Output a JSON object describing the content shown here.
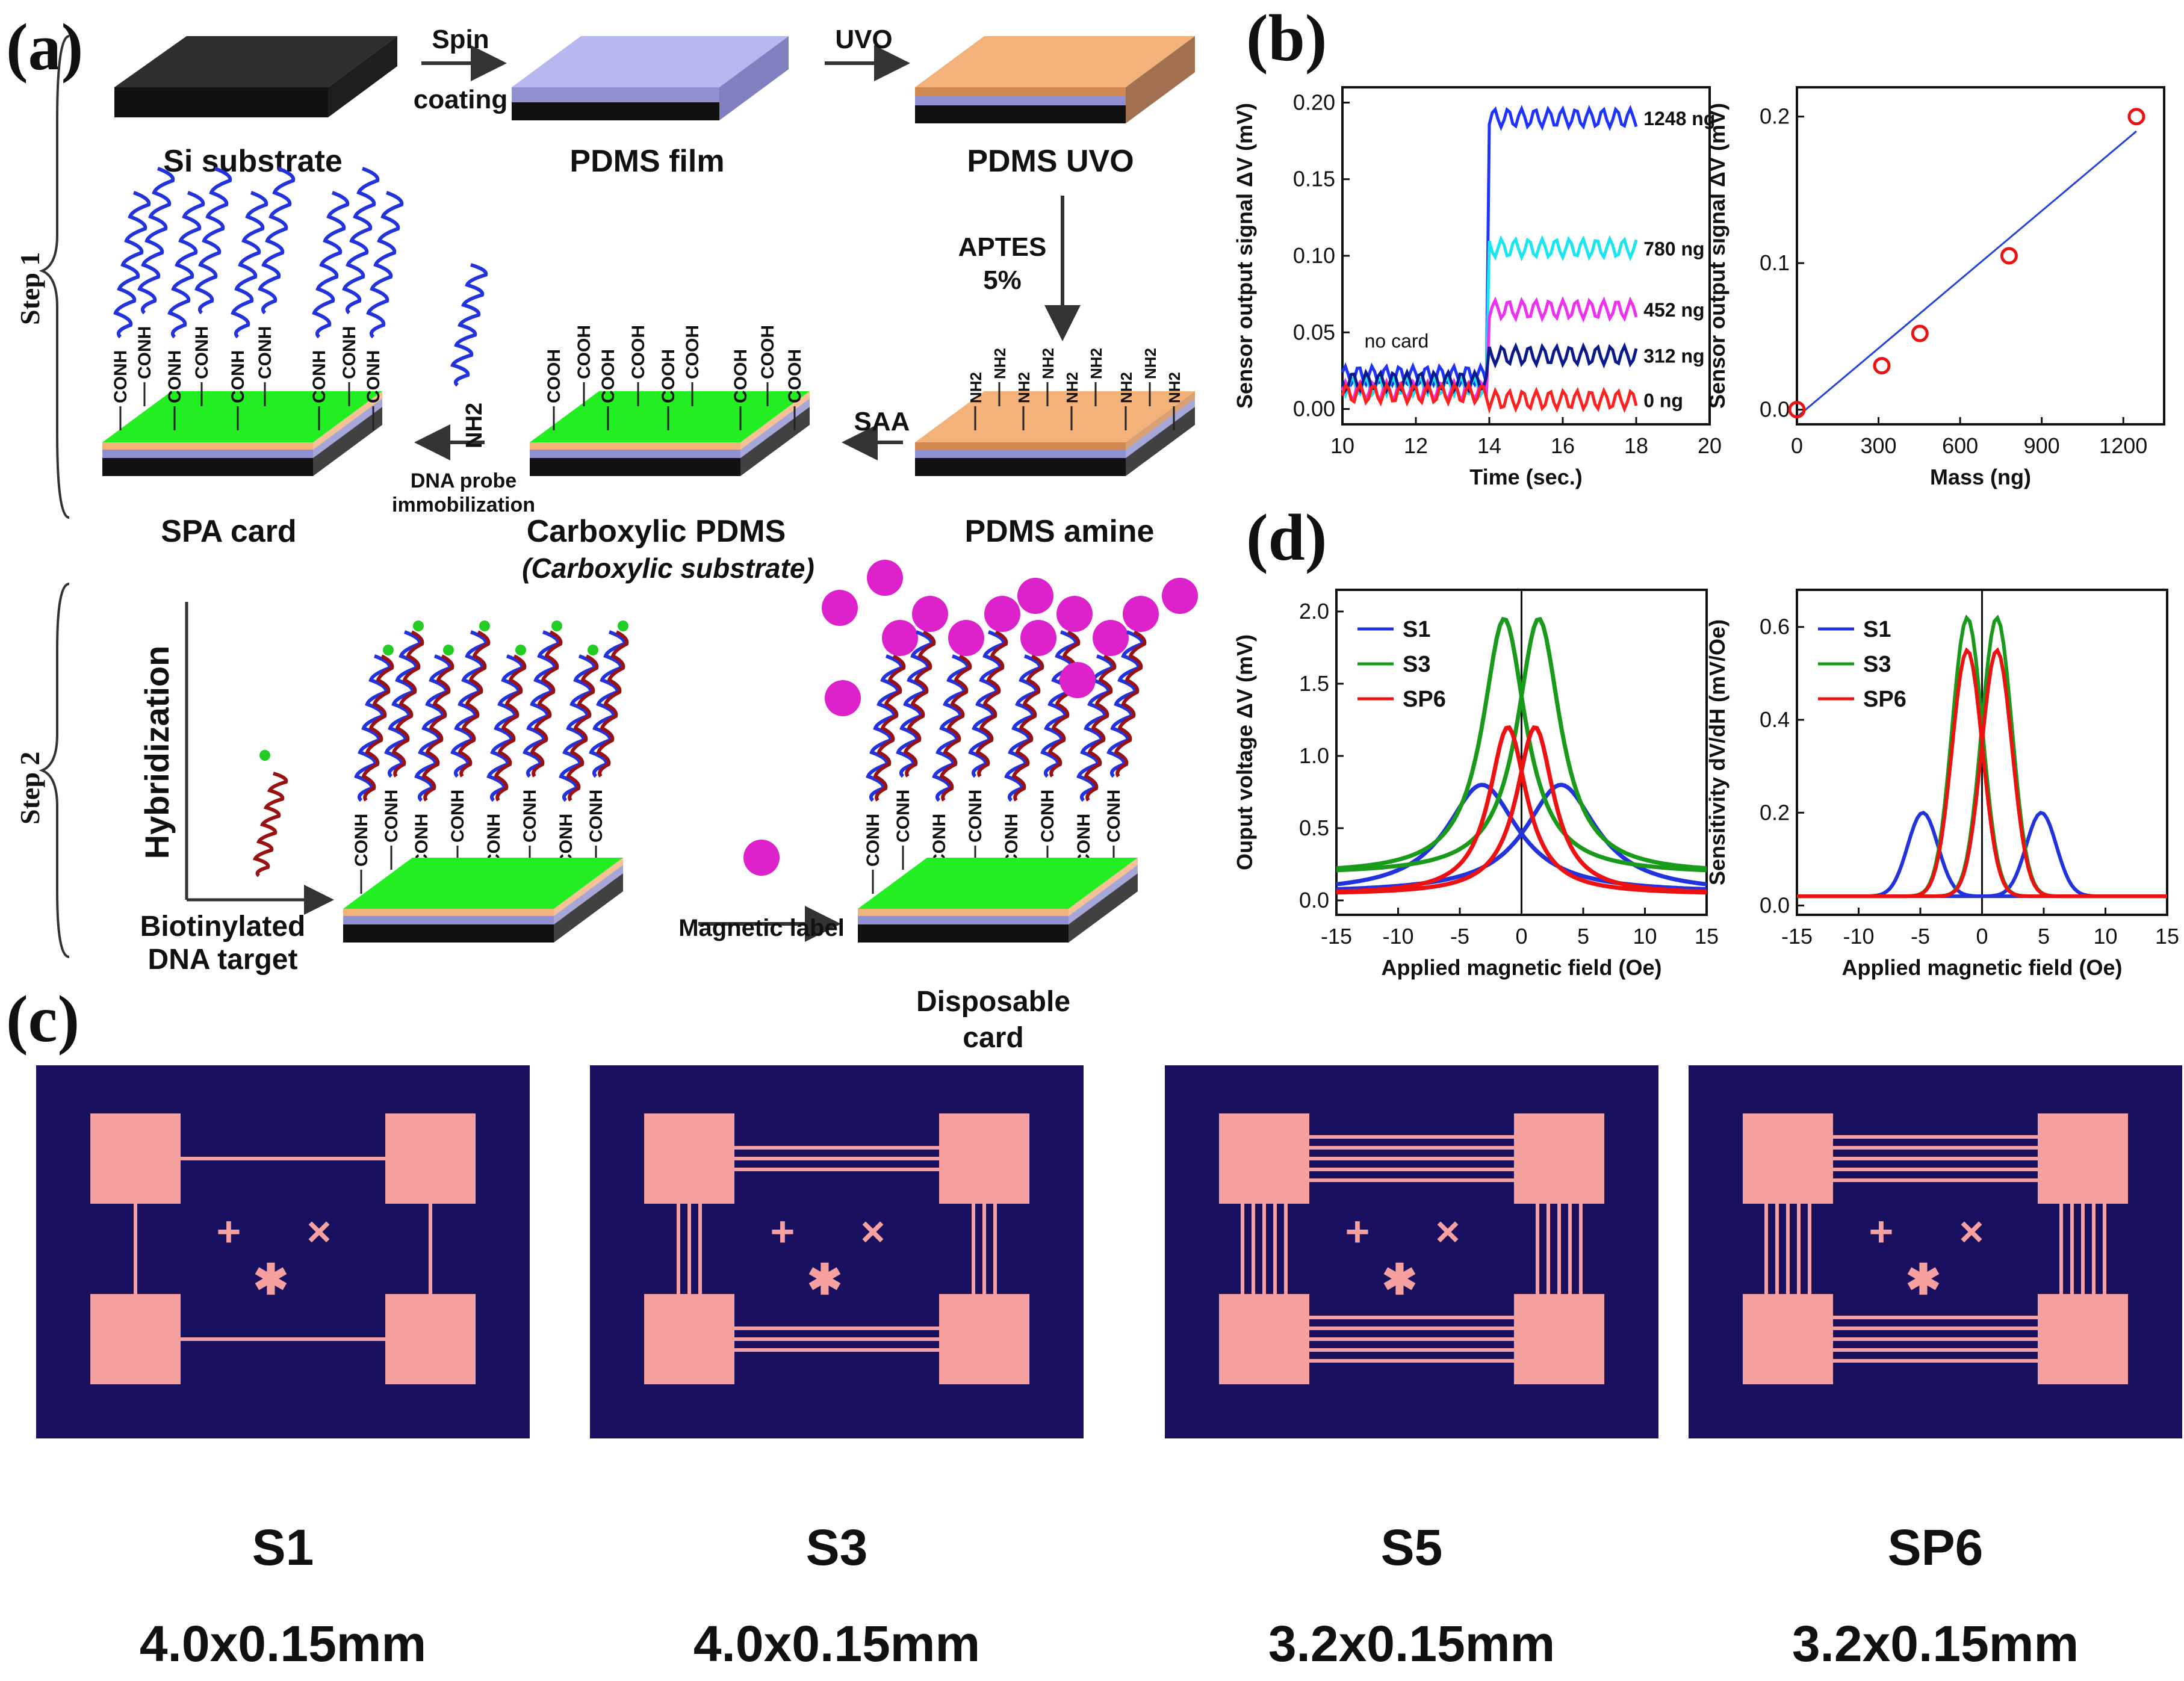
{
  "panel_labels": {
    "a": "(a)",
    "b": "(b)",
    "c": "(c)",
    "d": "(d)"
  },
  "steps": {
    "step1": "Step 1",
    "step2": "Step 2"
  },
  "process": {
    "si_substrate": "Si substrate",
    "pdms_film": "PDMS film",
    "pdms_uvo": "PDMS UVO",
    "spin": "Spin",
    "coating": "coating",
    "uvo": "UVO",
    "aptes": "APTES",
    "aptes_pct": "5%",
    "saa": "SAA",
    "dna_probe_1": "DNA probe",
    "dna_probe_2": "immobilization",
    "spa_card": "SPA card",
    "carboxylic_pdms": "Carboxylic PDMS",
    "carboxylic_substrate": "(Carboxylic substrate)",
    "pdms_amine": "PDMS amine",
    "hybridization": "Hybridization",
    "biotinylated_1": "Biotinylated",
    "biotinylated_2": "DNA target",
    "magnetic_label": "Magnetic label",
    "disposable_1": "Disposable",
    "disposable_2": "card",
    "conh": "CONH",
    "cooh": "COOH",
    "nh2": "NH2"
  },
  "sensors": [
    {
      "name": "S1",
      "dims": "4.0x0.15mm"
    },
    {
      "name": "S3",
      "dims": "4.0x0.15mm"
    },
    {
      "name": "S5",
      "dims": "3.2x0.15mm"
    },
    {
      "name": "SP6",
      "dims": "3.2x0.15mm"
    }
  ],
  "colors": {
    "substrate_green": "#22ee22",
    "amine_orange": "#f2b27a",
    "pdms_lavender": "#b8b8f0",
    "chip_bg": "#1a1060",
    "pad_pink": "#f7a0a0",
    "bead_magenta": "#dd22cc"
  },
  "chart_data": [
    {
      "type": "line",
      "xlabel": "Time (sec.)",
      "ylabel": "Sensor output signal ΔV (mV)",
      "xlim": [
        10,
        20
      ],
      "ylim": [
        -0.01,
        0.21
      ],
      "xticks": [
        10,
        12,
        14,
        16,
        18,
        20
      ],
      "yticks": [
        0.0,
        0.05,
        0.1,
        0.15,
        0.2
      ],
      "annotation": "no card",
      "series": [
        {
          "name": "1248 ng",
          "color": "#1f33ff",
          "pre": 0.022,
          "post": 0.19
        },
        {
          "name": "780 ng",
          "color": "#19e6f0",
          "pre": 0.015,
          "post": 0.105
        },
        {
          "name": "452 ng",
          "color": "#f030f0",
          "pre": 0.012,
          "post": 0.065
        },
        {
          "name": "312 ng",
          "color": "#0a1a8a",
          "pre": 0.018,
          "post": 0.035
        },
        {
          "name": "0 ng",
          "color": "#ff2020",
          "pre": 0.01,
          "post": 0.006
        }
      ]
    },
    {
      "type": "scatter",
      "xlabel": "Mass (ng)",
      "ylabel": "Sensor output signal ΔV (mV)",
      "xlim": [
        0,
        1350
      ],
      "ylim": [
        -0.01,
        0.22
      ],
      "xticks": [
        0,
        300,
        600,
        900,
        1200
      ],
      "yticks": [
        0.0,
        0.1,
        0.2
      ],
      "points": [
        [
          0,
          0.0
        ],
        [
          312,
          0.03
        ],
        [
          452,
          0.052
        ],
        [
          780,
          0.105
        ],
        [
          1248,
          0.2
        ]
      ],
      "fit": [
        [
          0,
          -0.005
        ],
        [
          1248,
          0.19
        ]
      ]
    },
    {
      "type": "line",
      "xlabel": "Applied magnetic field (Oe)",
      "ylabel": "Ouput voltage ΔV (mV)",
      "xlim": [
        -15,
        15
      ],
      "ylim": [
        -0.1,
        2.15
      ],
      "xticks": [
        -15,
        -10,
        -5,
        0,
        5,
        10,
        15
      ],
      "yticks": [
        0.0,
        0.5,
        1.0,
        1.5,
        2.0
      ],
      "series": [
        {
          "name": "S1",
          "color": "#2233dd",
          "peak": 0.8,
          "peak_x": 3.2,
          "base": 0.05,
          "width": 5
        },
        {
          "name": "S3",
          "color": "#1a9a1a",
          "peak": 1.95,
          "peak_x": 1.4,
          "base": 0.18,
          "width": 3
        },
        {
          "name": "SP6",
          "color": "#ee1111",
          "peak": 1.2,
          "peak_x": 1.1,
          "base": 0.04,
          "width": 2.6
        }
      ]
    },
    {
      "type": "line",
      "xlabel": "Applied magnetic field (Oe)",
      "ylabel": "Sensitivity dV/dH (mV/Oe)",
      "xlim": [
        -15,
        15
      ],
      "ylim": [
        -0.02,
        0.68
      ],
      "xticks": [
        -15,
        -10,
        -5,
        0,
        5,
        10,
        15
      ],
      "yticks": [
        0.0,
        0.2,
        0.4,
        0.6
      ],
      "series": [
        {
          "name": "S1",
          "color": "#2233dd",
          "peak": 0.2,
          "peak_x": 4.8
        },
        {
          "name": "S3",
          "color": "#1a9a1a",
          "peak": 0.62,
          "peak_x": 1.2
        },
        {
          "name": "SP6",
          "color": "#ee1111",
          "peak": 0.55,
          "peak_x": 1.2
        }
      ]
    }
  ]
}
